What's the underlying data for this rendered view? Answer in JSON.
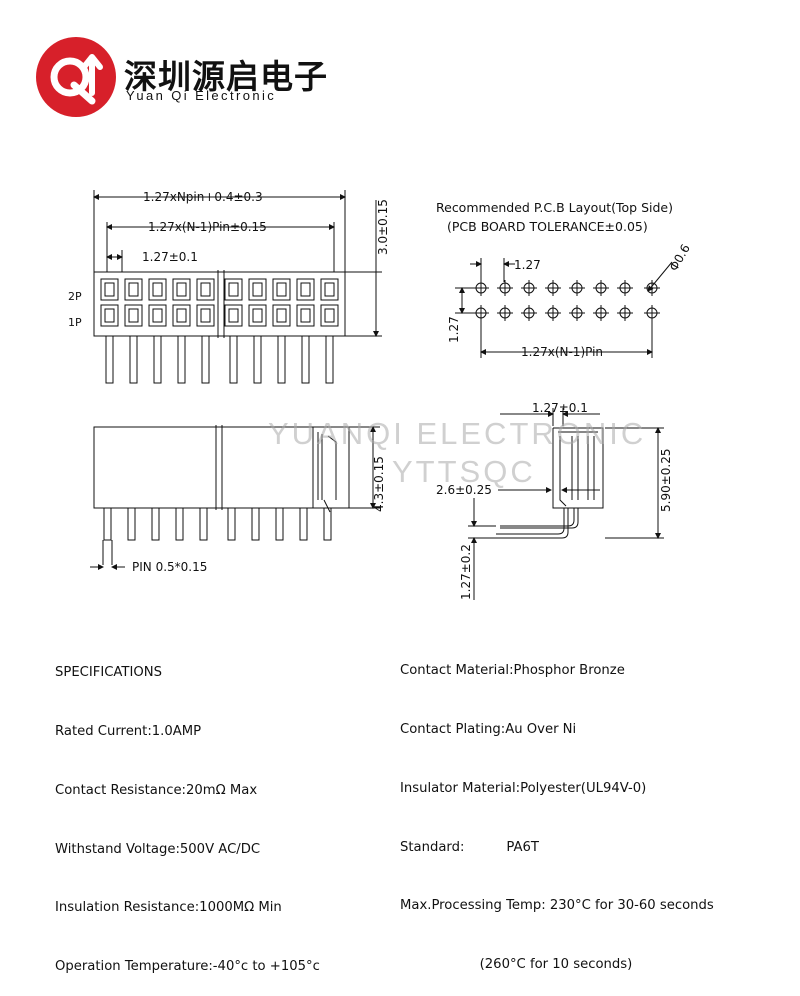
{
  "colors": {
    "logo_red": "#d7202a",
    "line": "#111111",
    "watermark": "#aaaaaa"
  },
  "logo": {
    "icon": "yuanqi-logo-icon",
    "name_cn": "深圳源启电子",
    "name_en": "Yuan Qi Electronic"
  },
  "watermark": {
    "line1": "YUANQI ELECTRONIC",
    "line2": "YTTSQC"
  },
  "front_view": {
    "dim_total": "1.27xNpin+0.4±0.3",
    "dim_pitch_n": "1.27x(N-1)Pin±0.15",
    "dim_pitch": "1.27±0.1",
    "dim_height": "3.0±0.15",
    "row_2": "2P",
    "row_1": "1P"
  },
  "side_view": {
    "dim_height": "4.3±0.15",
    "dim_pin": "PIN 0.5*0.15"
  },
  "pcb_layout": {
    "title": "Recommended P.C.B Layout(Top Side)",
    "tolerance": "(PCB BOARD TOLERANCE±0.05)",
    "dim_pitch": "1.27",
    "dim_hole": "Φ0.6",
    "dim_row": "1.27",
    "dim_total": "1.27x(N-1)Pin"
  },
  "profile_view": {
    "dim_top": "1.27±0.1",
    "dim_offset": "2.6±0.25",
    "dim_height": "5.90±0.25",
    "dim_tail": "1.27±0.2"
  },
  "specs_left": [
    "SPECIFICATIONS",
    "Rated Current:1.0AMP",
    "Contact Resistance:20mΩ Max",
    "Withstand Voltage:500V AC/DC",
    "Insulation Resistance:1000MΩ Min",
    "Operation Temperature:-40°c to +105°c"
  ],
  "specs_right": [
    "Contact Material:Phosphor Bronze",
    "Contact Plating:Au Over Ni",
    "Insulator Material:Polyester(UL94V-0)",
    "Standard:          PA6T",
    "Max.Processing Temp: 230°C for 30-60 seconds",
    "                   (260°C for 10 seconds)"
  ]
}
